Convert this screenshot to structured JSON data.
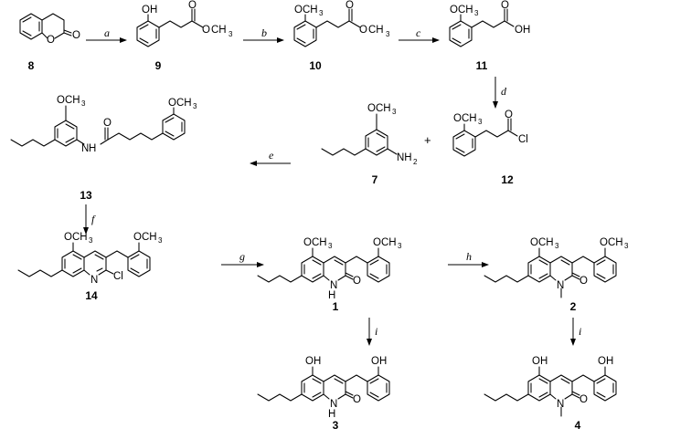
{
  "compounds": {
    "c8": "8",
    "c9": "9",
    "c10": "10",
    "c11": "11",
    "c12": "12",
    "c7": "7",
    "c13": "13",
    "c14": "14",
    "c1": "1",
    "c2": "2",
    "c3": "3",
    "c4": "4"
  },
  "conditions": {
    "a": "a",
    "b": "b",
    "c": "c",
    "d": "d",
    "e": "e",
    "f": "f",
    "g": "g",
    "h": "h",
    "i1": "i",
    "i2": "i"
  },
  "plus": "+",
  "atoms": {
    "O": "O",
    "OH": "OH",
    "OCH": "OCH",
    "CH": "CH",
    "three": "3",
    "NH": "NH",
    "two": "2",
    "H": "H",
    "N": "N",
    "Cl": "Cl",
    "CI": "Cl"
  }
}
